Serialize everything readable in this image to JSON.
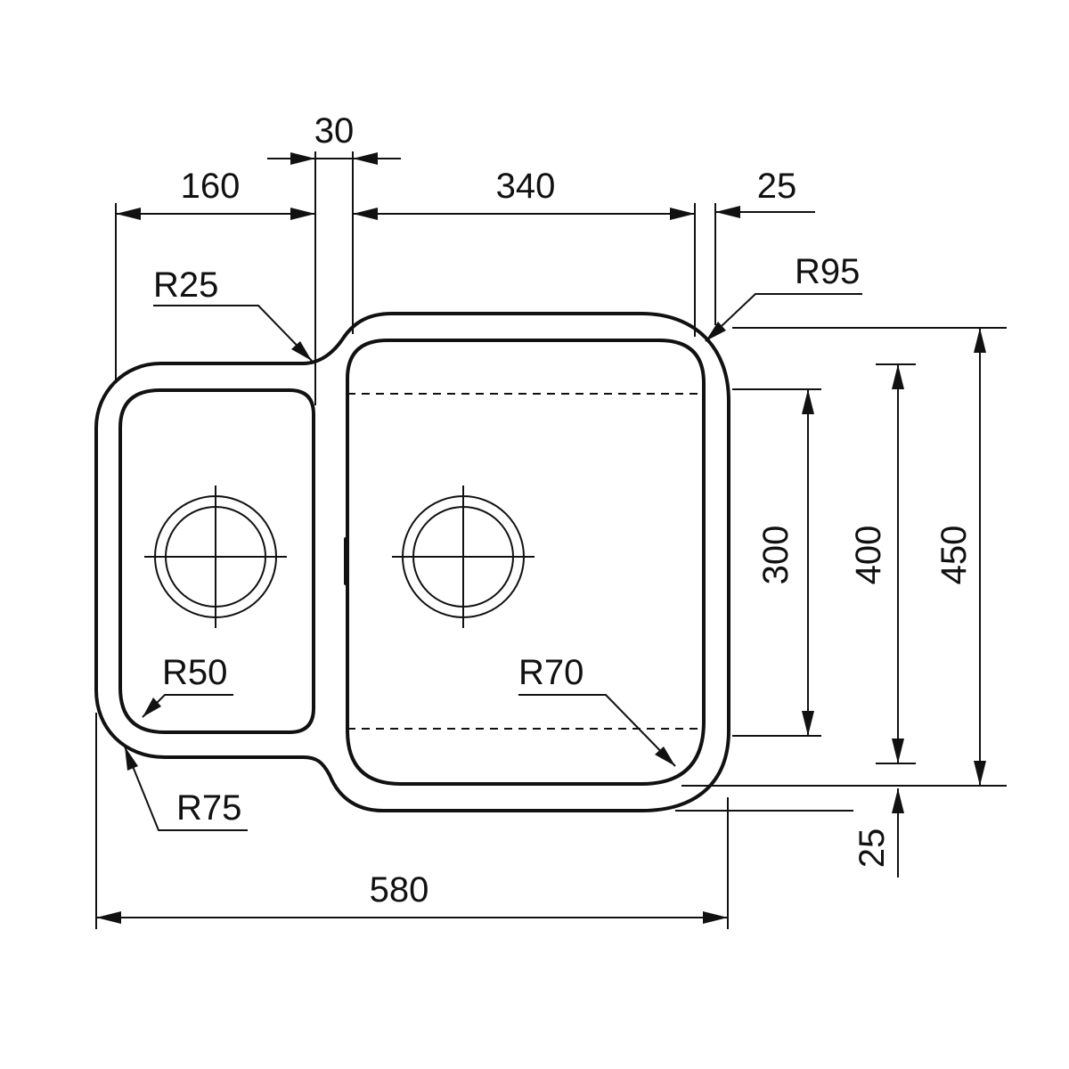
{
  "dimensions": {
    "small_bowl_width": "160",
    "divider_width": "30",
    "large_bowl_width": "340",
    "right_rim_width": "25",
    "bottom_rim_width": "25",
    "overall_width": "580",
    "bowl_inner_height": "300",
    "bowl_height": "400",
    "overall_height": "450"
  },
  "radii": {
    "divider_notch": "R25",
    "outer_top_right": "R95",
    "small_bowl_corner": "R50",
    "large_bowl_corner": "R70",
    "outer_bottom_left": "R75"
  },
  "colors": {
    "line": "#111111",
    "background": "#ffffff"
  }
}
